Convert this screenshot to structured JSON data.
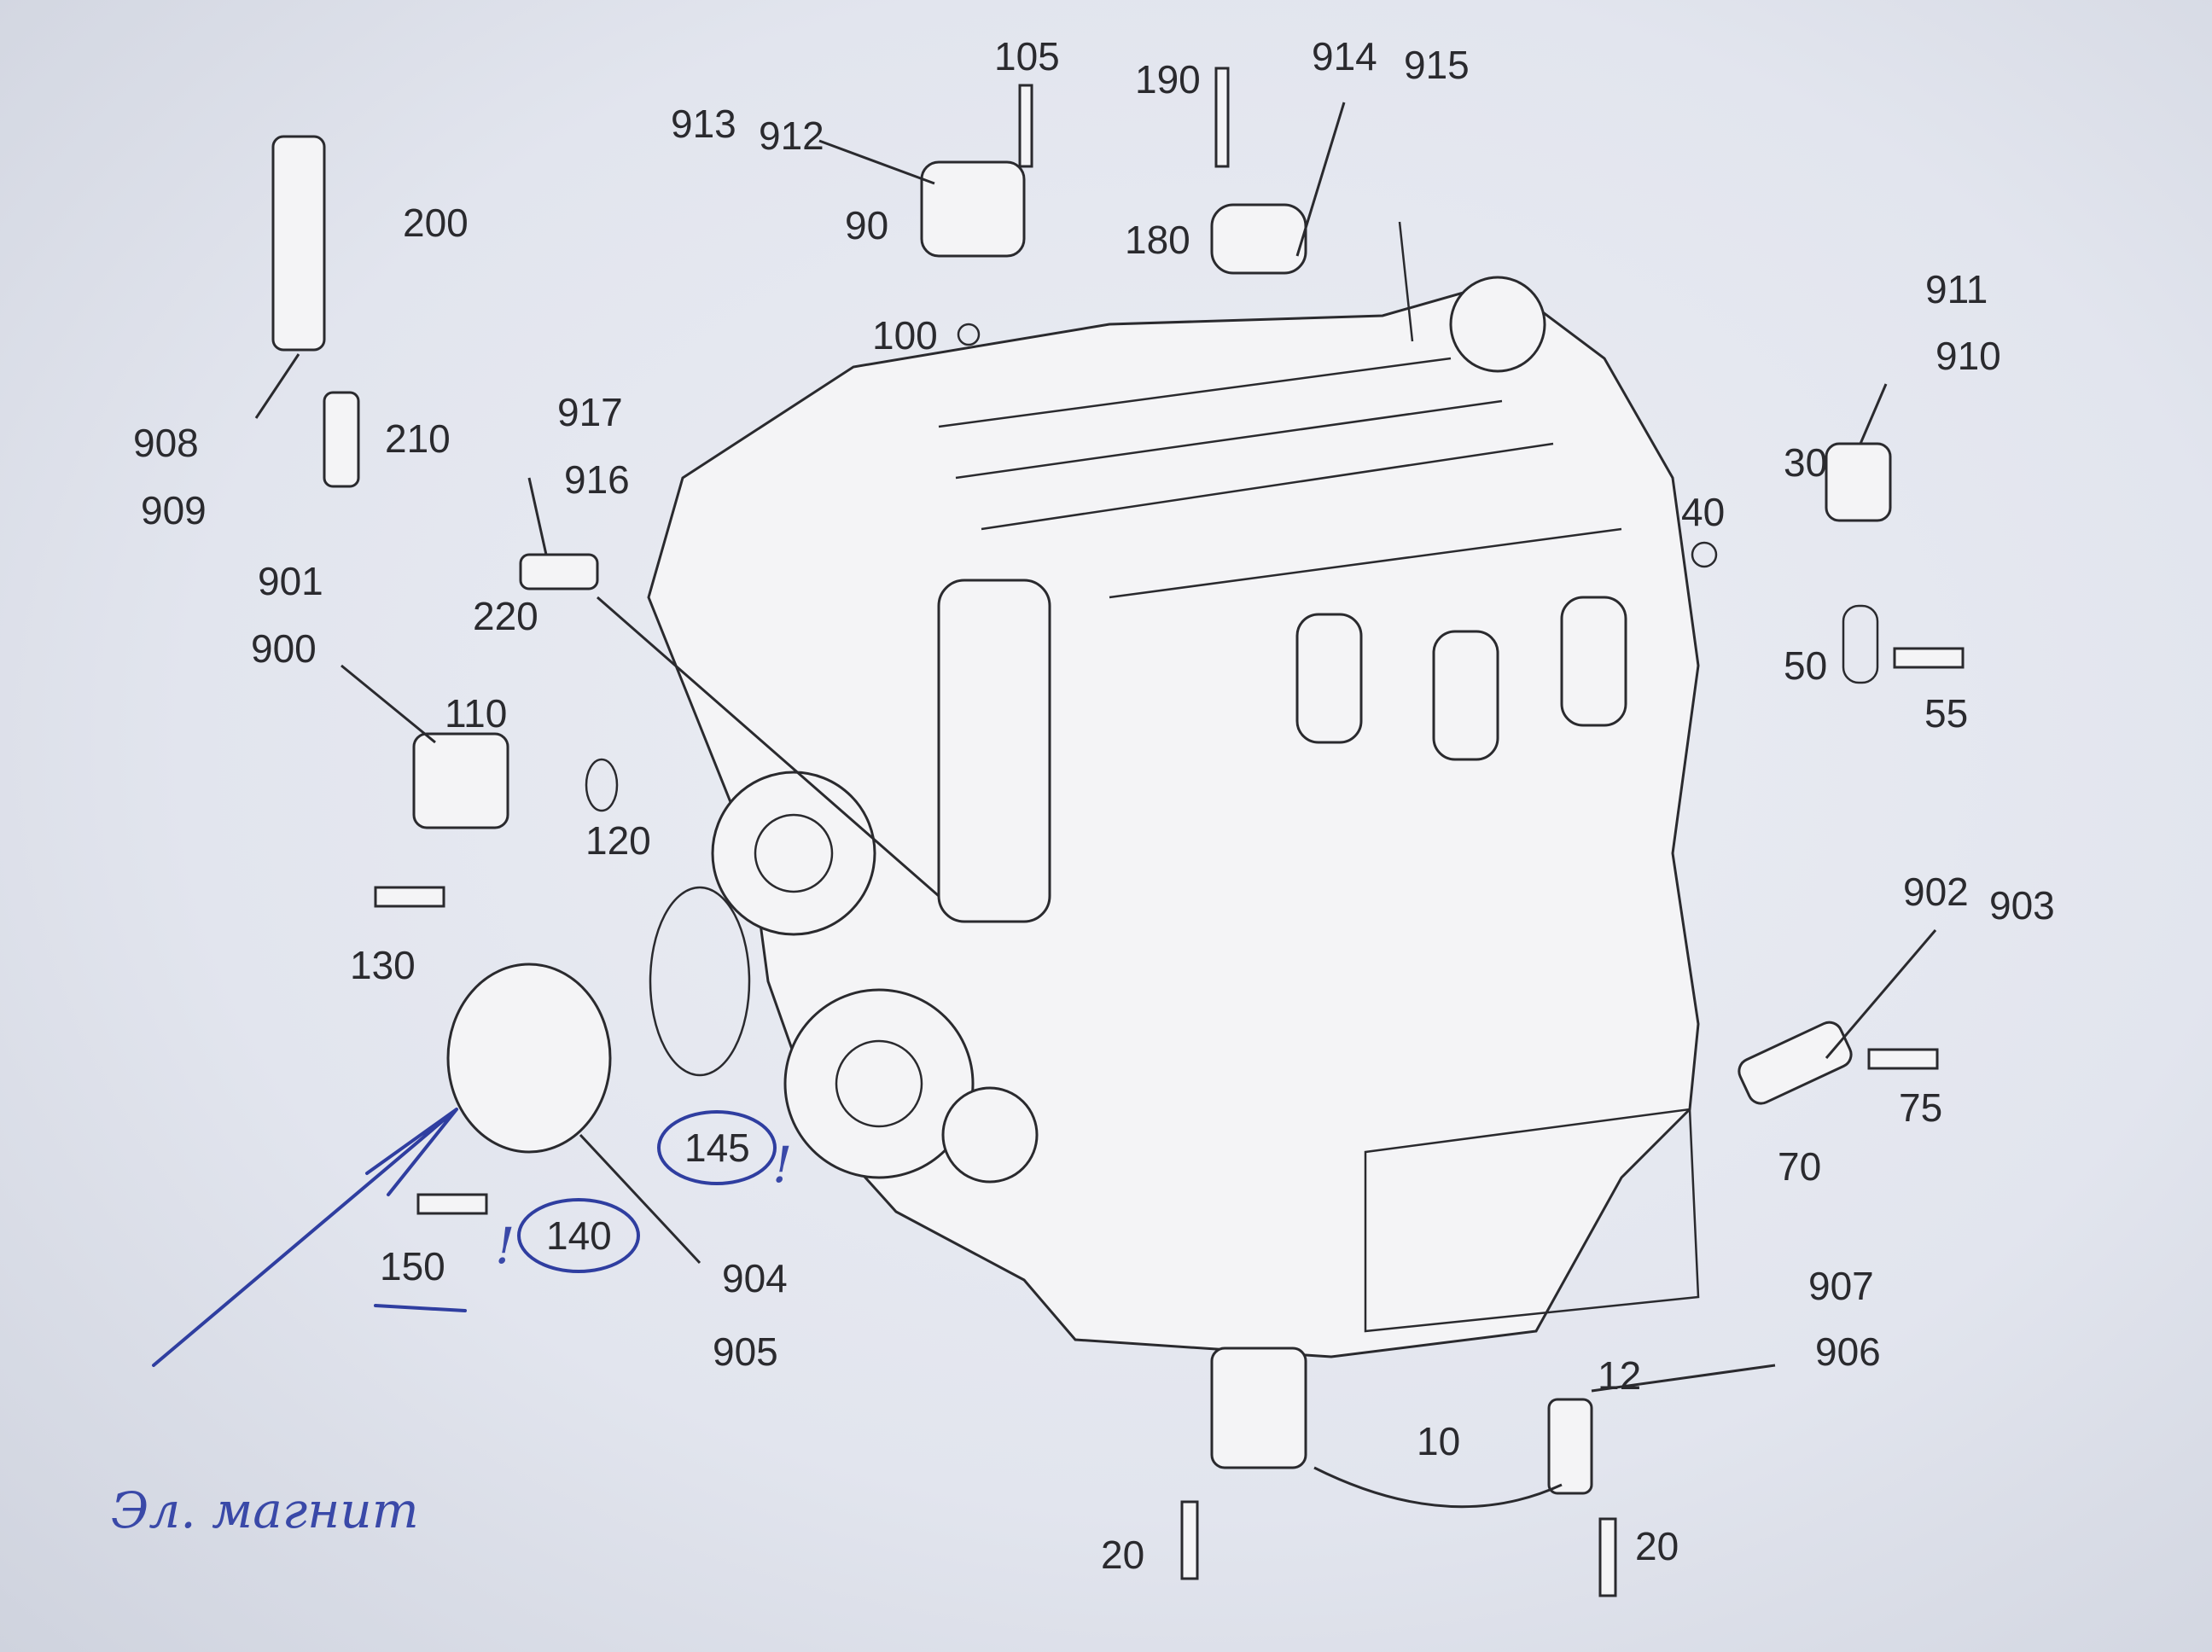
{
  "title": "Engine sensors parts diagram",
  "part_labels": [
    "105",
    "913",
    "912",
    "190",
    "914",
    "915",
    "200",
    "90",
    "180",
    "911",
    "910",
    "100",
    "917",
    "916",
    "908",
    "210",
    "909",
    "30",
    "40",
    "220",
    "901",
    "900",
    "50",
    "55",
    "110",
    "120",
    "130",
    "902",
    "903",
    "145",
    "75",
    "70",
    "140",
    "150",
    "904",
    "907",
    "905",
    "906",
    "12",
    "10",
    "20",
    "20"
  ],
  "annotations": {
    "handwritten_note": "Эл. магнит",
    "exclamation_1": "!",
    "exclamation_2": "!",
    "circled_parts": [
      "145",
      "140"
    ],
    "underlined_part": "150"
  },
  "colors": {
    "ink": "#2f3ea0",
    "print": "#2a2a2e"
  }
}
